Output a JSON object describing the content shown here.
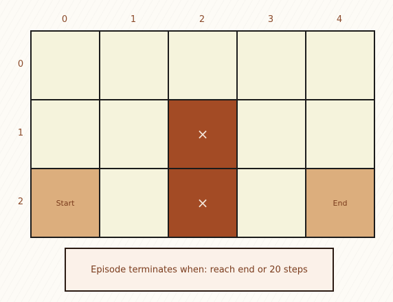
{
  "grid": {
    "rows": 3,
    "cols": 5,
    "col_labels": [
      "0",
      "1",
      "2",
      "3",
      "4"
    ],
    "row_labels": [
      "0",
      "1",
      "2"
    ],
    "cells": [
      [
        {
          "type": "empty",
          "label": ""
        },
        {
          "type": "empty",
          "label": ""
        },
        {
          "type": "empty",
          "label": ""
        },
        {
          "type": "empty",
          "label": ""
        },
        {
          "type": "empty",
          "label": ""
        }
      ],
      [
        {
          "type": "empty",
          "label": ""
        },
        {
          "type": "empty",
          "label": ""
        },
        {
          "type": "obstacle",
          "label": "×"
        },
        {
          "type": "empty",
          "label": ""
        },
        {
          "type": "empty",
          "label": ""
        }
      ],
      [
        {
          "type": "start",
          "label": "Start"
        },
        {
          "type": "empty",
          "label": ""
        },
        {
          "type": "obstacle",
          "label": "×"
        },
        {
          "type": "empty",
          "label": ""
        },
        {
          "type": "end",
          "label": "End"
        }
      ]
    ]
  },
  "banner": {
    "text": "Episode terminates when: reach end or 20 steps"
  },
  "colors": {
    "empty": "#f5f3dc",
    "obstacle": "#a34b25",
    "goal": "#dcae7d",
    "label": "#8b4a2a",
    "border": "#1b1b1b"
  }
}
